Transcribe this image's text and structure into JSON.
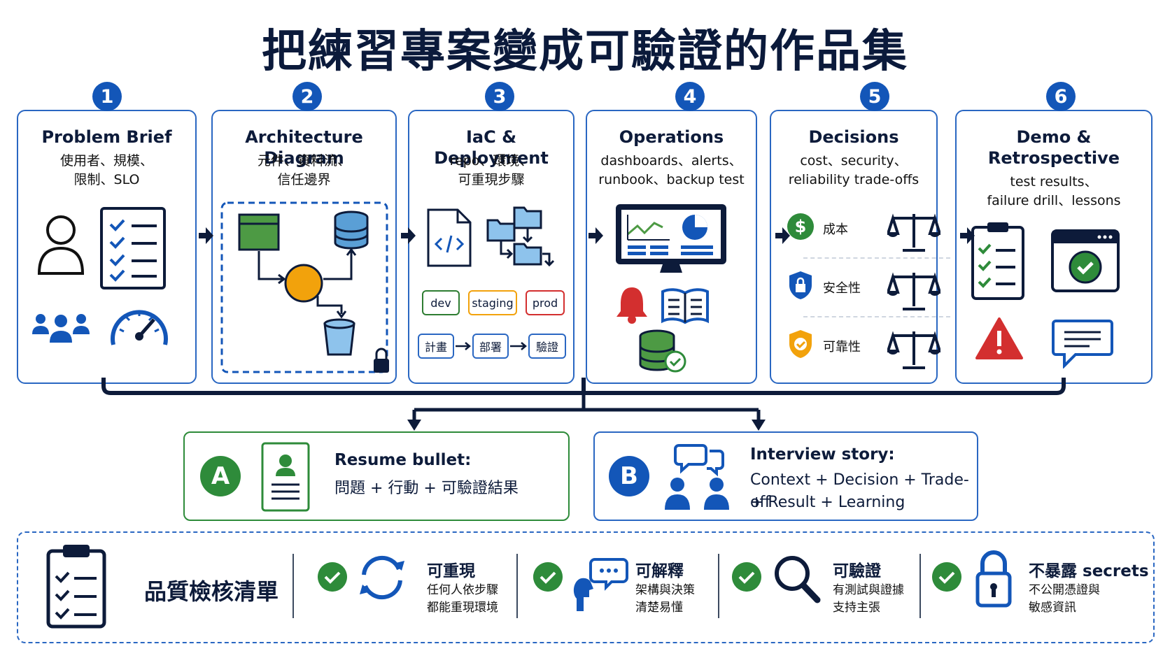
{
  "title": "把練習專案變成可驗證的作品集",
  "steps": [
    {
      "num": "1",
      "title": "Problem Brief",
      "sub": "使用者、規模、\n限制、SLO"
    },
    {
      "num": "2",
      "title": "Architecture Diagram",
      "sub": "元件、資料流、\n信任邊界"
    },
    {
      "num": "3",
      "title": "IaC & Deployment",
      "sub": "repo、環境、\n可重現步驟"
    },
    {
      "num": "4",
      "title": "Operations",
      "sub": "dashboards、alerts、\nrunbook、backup test"
    },
    {
      "num": "5",
      "title": "Decisions",
      "sub": "cost、security、\nreliability trade-offs"
    },
    {
      "num": "6",
      "title": "Demo &\nRetrospective",
      "title_line1": "Demo &",
      "title_line2": "Retrospective",
      "sub": "test results、\nfailure drill、lessons"
    }
  ],
  "iac": {
    "envs": [
      "dev",
      "staging",
      "prod"
    ],
    "flow": [
      "計畫",
      "部署",
      "驗證"
    ]
  },
  "decisions": [
    {
      "label": "成本",
      "icon": "dollar-icon"
    },
    {
      "label": "安全性",
      "icon": "shield-lock-icon"
    },
    {
      "label": "可靠性",
      "icon": "shield-check-icon"
    }
  ],
  "outcomes": {
    "a": {
      "letter": "A",
      "head": "Resume bullet:",
      "line1": "問題 + 行動 + 可驗證結果"
    },
    "b": {
      "letter": "B",
      "head": "Interview story:",
      "line1": "Context + Decision + Trade-off",
      "line2": "+ Result + Learning"
    }
  },
  "checklist": {
    "title": "品質檢核清單",
    "items": [
      {
        "head": "可重現",
        "desc": "任何人依步驟\n都能重現環境",
        "icon": "refresh-icon"
      },
      {
        "head": "可解釋",
        "desc": "架構與決策\n清楚易懂",
        "icon": "head-speech-icon"
      },
      {
        "head": "可驗證",
        "desc": "有測試與證據\n支持主張",
        "icon": "magnifier-icon"
      },
      {
        "head": "不暴露 secrets",
        "desc": "不公開憑證與\n敏感資訊",
        "icon": "padlock-icon"
      }
    ]
  },
  "colors": {
    "primary": "#1356b8",
    "green": "#2e8b3a",
    "navy": "#0d1b3a",
    "orange": "#f2a20c",
    "red": "#d32f2f"
  }
}
